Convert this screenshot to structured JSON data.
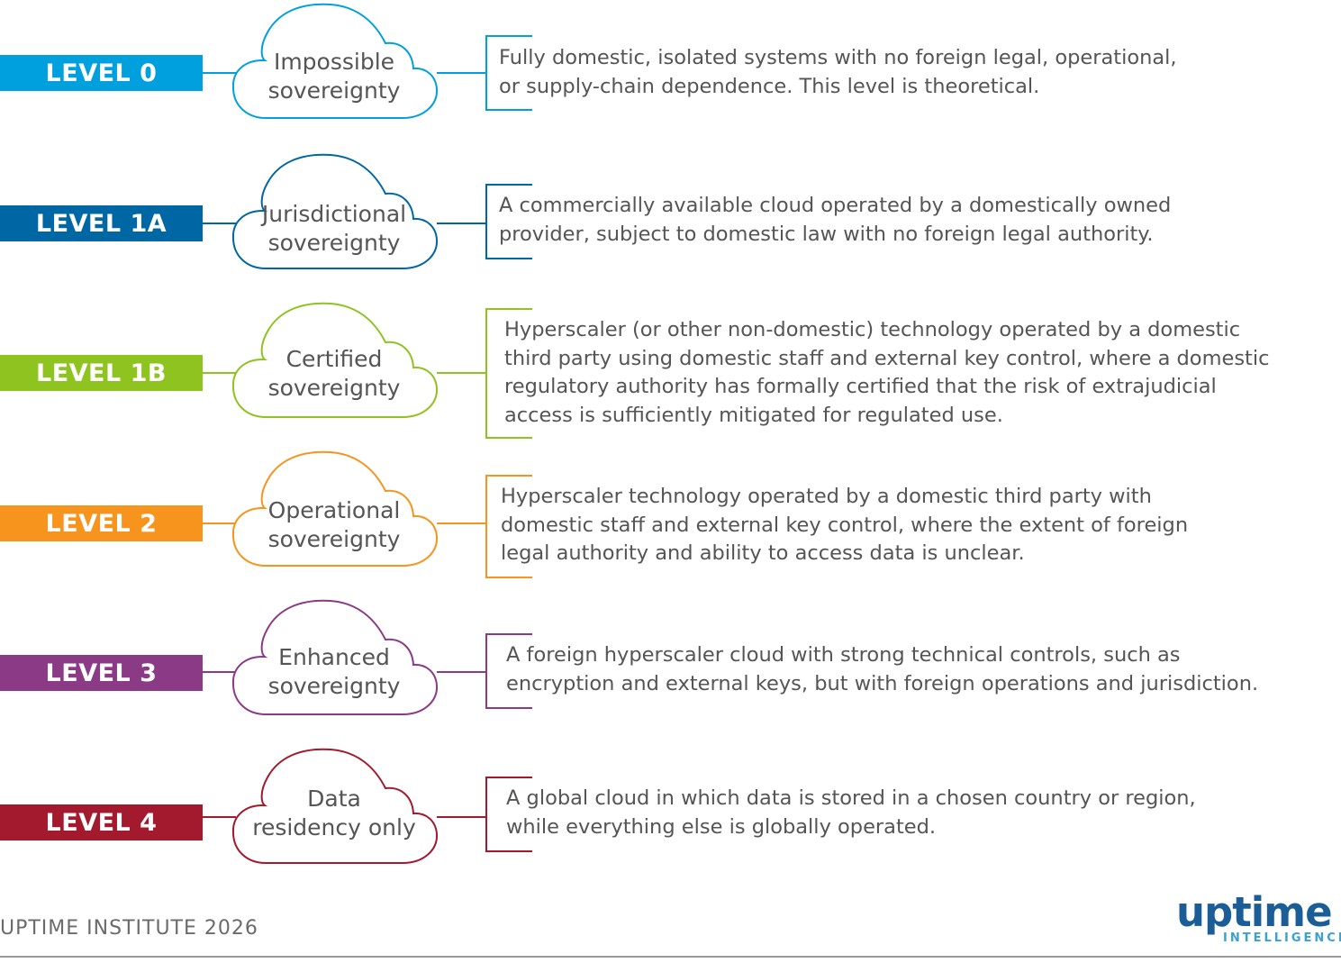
{
  "levels": [
    {
      "label": "LEVEL 0",
      "color": "#00a0df",
      "cloud": [
        "Impossible",
        "sovereignty"
      ],
      "description": [
        "Fully domestic, isolated systems with no foreign legal, operational,",
        "or supply-chain dependence. This level is theoretical."
      ]
    },
    {
      "label": "LEVEL 1A",
      "color": "#0067a5",
      "cloud": [
        "Jurisdictional",
        "sovereignty"
      ],
      "description": [
        "A commercially available cloud operated by a domestically owned",
        "provider, subject to domestic law with no foreign legal authority."
      ]
    },
    {
      "label": "LEVEL 1B",
      "color": "#8fc31f",
      "cloud": [
        "Certified",
        "sovereignty"
      ],
      "description": [
        "Hyperscaler (or other non-domestic) technology operated by a domestic",
        "third party using domestic staff and external key control, where a domestic",
        "regulatory authority has formally certified that the risk of extrajudicial",
        "access is sufficiently mitigated for regulated use."
      ]
    },
    {
      "label": "LEVEL 2",
      "color": "#f7941d",
      "cloud": [
        "Operational",
        "sovereignty"
      ],
      "description": [
        "Hyperscaler technology operated by a domestic third party with",
        "domestic staff and external key control, where the extent of foreign",
        "legal authority and ability to access data is unclear."
      ]
    },
    {
      "label": "LEVEL 3",
      "color": "#8b3a86",
      "cloud": [
        "Enhanced",
        "sovereignty"
      ],
      "description": [
        "A foreign hyperscaler cloud with strong technical controls, such as",
        "encryption and external keys, but with foreign operations and jurisdiction."
      ]
    },
    {
      "label": "LEVEL 4",
      "color": "#a3192e",
      "cloud": [
        "Data",
        "residency only"
      ],
      "description": [
        "A global cloud in which data is stored in a chosen country or region,",
        "while everything else is globally operated."
      ]
    }
  ],
  "footer": {
    "source": "UPTIME INSTITUTE 2026",
    "logo_main": "uptime",
    "logo_sub": "INTELLIGENCE"
  }
}
